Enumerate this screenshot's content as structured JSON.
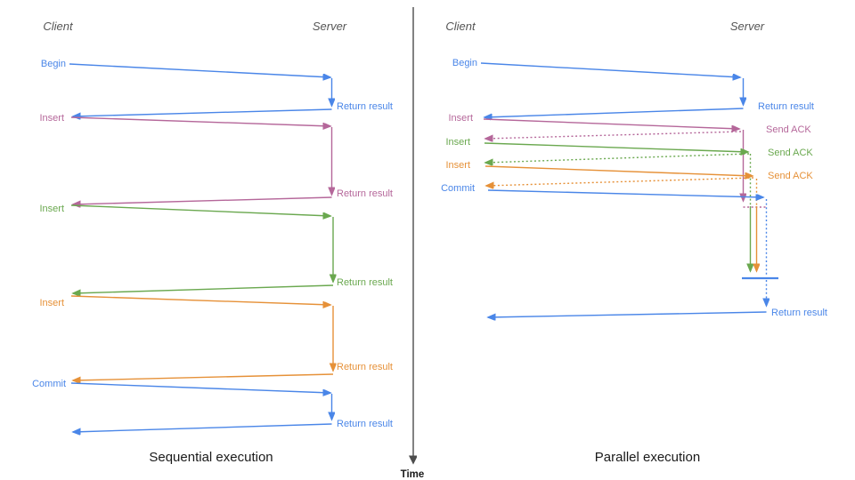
{
  "colors": {
    "blue": "#4a86e8",
    "pink": "#b5679a",
    "green": "#6aa84f",
    "orange": "#e69138",
    "axis": "#4d4d4d",
    "header": "#555555",
    "caption": "#1a1a1a"
  },
  "time_axis": {
    "label": "Time"
  },
  "left": {
    "caption": "Sequential execution",
    "client_header": "Client",
    "server_header": "Server",
    "ops": [
      {
        "label": "Begin",
        "color_name": "blue",
        "result": "Return result"
      },
      {
        "label": "Insert",
        "color_name": "pink",
        "result": "Return result"
      },
      {
        "label": "Insert",
        "color_name": "green",
        "result": "Return result"
      },
      {
        "label": "Insert",
        "color_name": "orange",
        "result": "Return result"
      },
      {
        "label": "Commit",
        "color_name": "blue",
        "result": "Return result"
      }
    ]
  },
  "right": {
    "caption": "Parallel execution",
    "client_header": "Client",
    "server_header": "Server",
    "ops": [
      {
        "label": "Begin",
        "color_name": "blue",
        "result": "Return result"
      },
      {
        "label": "Insert",
        "color_name": "pink",
        "ack": "Send ACK"
      },
      {
        "label": "Insert",
        "color_name": "green",
        "ack": "Send ACK"
      },
      {
        "label": "Insert",
        "color_name": "orange",
        "ack": "Send ACK"
      },
      {
        "label": "Commit",
        "color_name": "blue",
        "result": "Return result"
      }
    ]
  }
}
